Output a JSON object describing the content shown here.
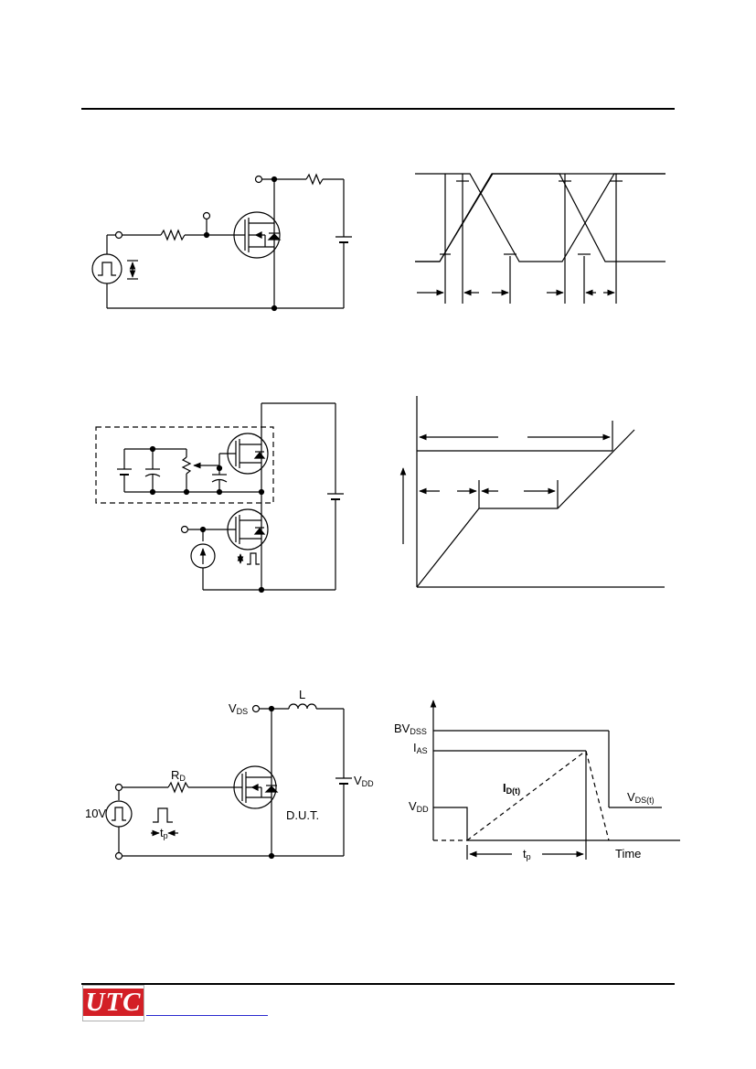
{
  "logo": {
    "text": "UTC",
    "color": "#d31f26"
  },
  "avalanche_circuit": {
    "vds_label": "V",
    "vds_sub": "DS",
    "inductor_label": "L",
    "rd_label": "R",
    "rd_sub": "D",
    "source_label": "10V",
    "tp_label": "t",
    "tp_sub": "p",
    "vdd_label": "V",
    "vdd_sub": "DD",
    "dut_label": "D.U.T."
  },
  "avalanche_waveform": {
    "bvdss_label": "BV",
    "bvdss_sub": "DSS",
    "ias_label": "I",
    "ias_sub": "AS",
    "id_label": "I",
    "id_sub": "D(t)",
    "vdd_label": "V",
    "vdd_sub": "DD",
    "vds_label": "V",
    "vds_sub": "DS(t)",
    "tp_label": "t",
    "tp_sub": "p",
    "time_label": "Time"
  }
}
